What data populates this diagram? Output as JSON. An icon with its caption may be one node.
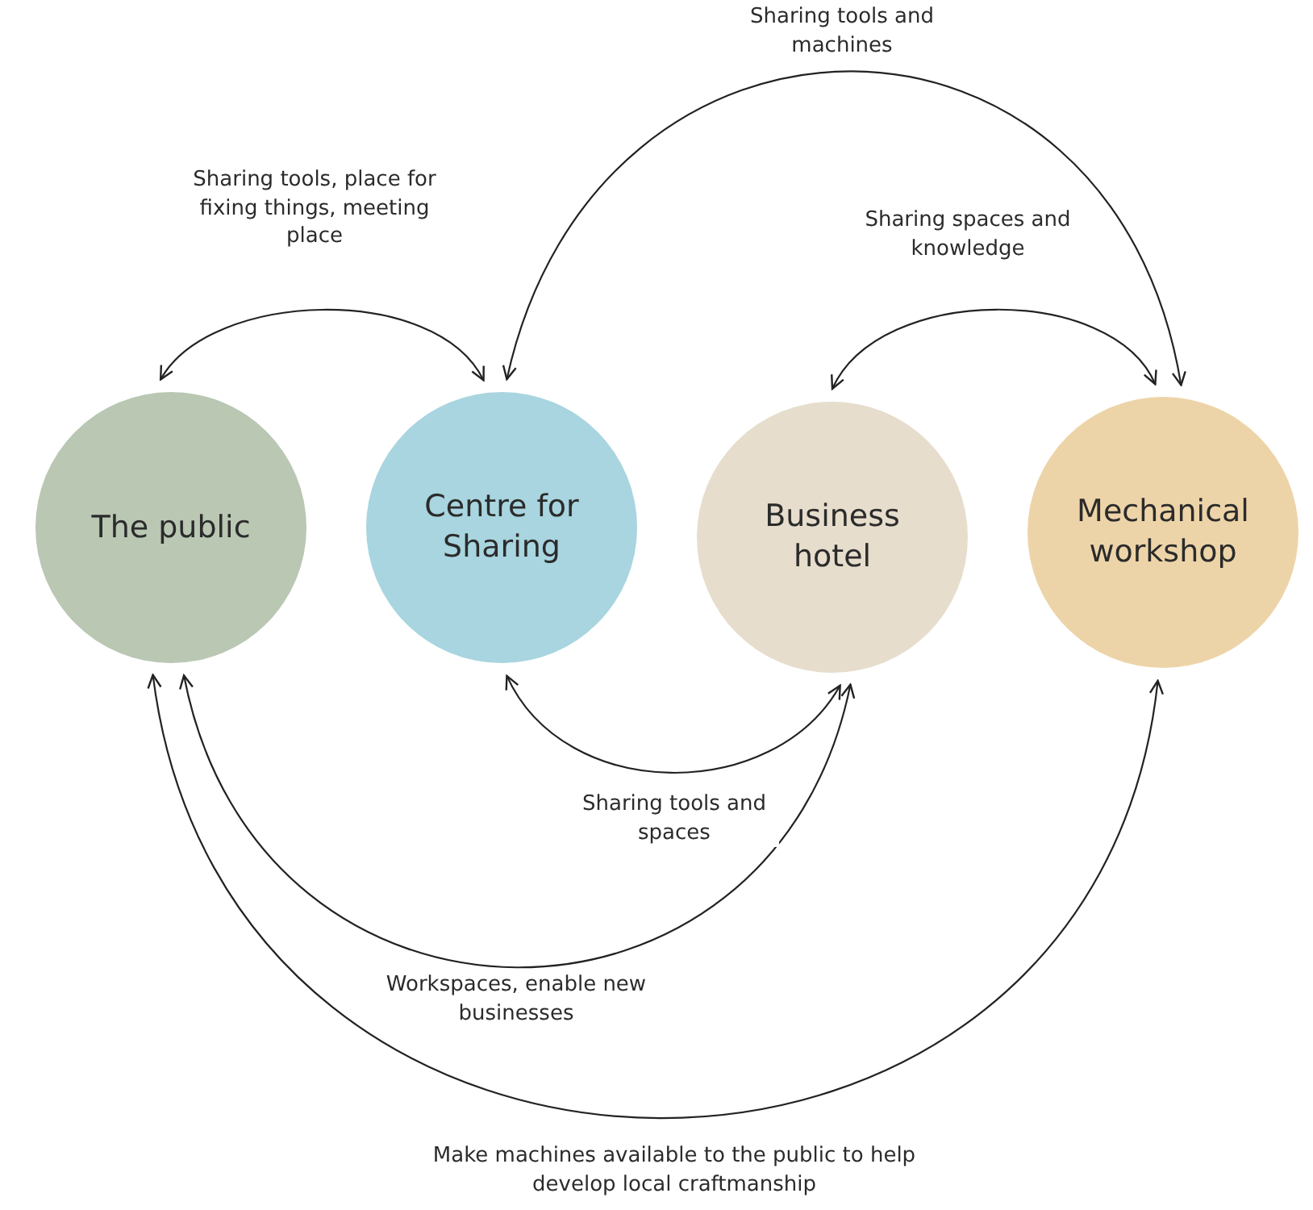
{
  "diagram": {
    "nodes": [
      {
        "text": [
          "The public"
        ]
      },
      {
        "text": [
          "Centre for Sharing"
        ]
      },
      {
        "text": [
          "Business hotel"
        ]
      },
      {
        "text": [
          "Mechanical workshop"
        ]
      }
    ],
    "edges": [
      {
        "from": 0,
        "to": 1,
        "arrow": "both",
        "label": "Sharing tools, place for fixing things, meeting place"
      },
      {
        "from": 1,
        "to": 3,
        "arrow": "both",
        "label": "Sharing tools and machines"
      },
      {
        "from": 2,
        "to": 3,
        "arrow": "both",
        "label": "Sharing spaces and knowledge"
      },
      {
        "from": 1,
        "to": 2,
        "arrow": "both",
        "label": "Sharing tools and spaces"
      },
      {
        "from": 0,
        "to": 2,
        "arrow": "both",
        "label": "Workspaces, enable new businesses"
      },
      {
        "from": 0,
        "to": 3,
        "arrow": "both",
        "label": "Make machines available to the public to help develop local craftmanship"
      }
    ]
  }
}
